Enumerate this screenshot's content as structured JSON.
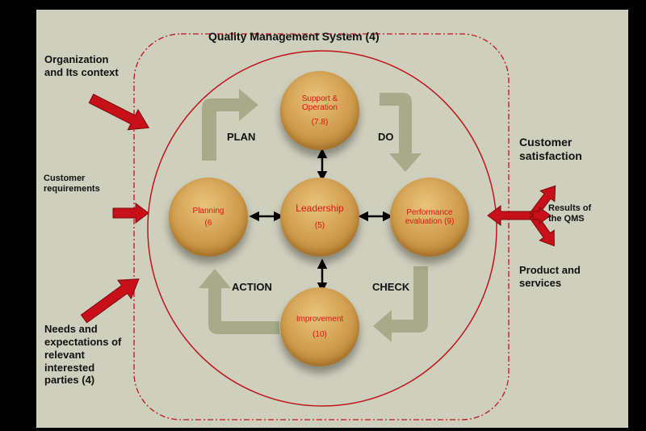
{
  "diagram": {
    "title": "Quality Management System (4)",
    "inputs": {
      "context": "Organization\nand Its context",
      "customer_requirements": "Customer\nrequirements",
      "needs": "Needs and\nexpectations of\nrelevant\ninterested\nparties (4)"
    },
    "outputs": {
      "customer_satisfaction": "Customer\nsatisfaction",
      "results": "Results of\nthe QMS",
      "products": "Product and\nservices"
    },
    "cycle": {
      "plan": "PLAN",
      "do": "DO",
      "check": "CHECK",
      "action": "ACTION"
    },
    "nodes": {
      "support": {
        "name": "Support &\nOperation",
        "num": "(7.8)"
      },
      "planning": {
        "name": "Planning",
        "num": "(6"
      },
      "leadership": {
        "name": "Leadership",
        "num": "(5)"
      },
      "performance": {
        "name": "Performance\nevaluation (9)",
        "num": ""
      },
      "improvement": {
        "name": "Improvement",
        "num": "(10)"
      }
    },
    "colors": {
      "background": "#cfcfbd",
      "node": "#cf9a4a",
      "node_text": "#e01010",
      "input_arrow": "#c8101a",
      "cycle_arrow": "#a7ab8a",
      "boundary": "#c0141c"
    }
  }
}
